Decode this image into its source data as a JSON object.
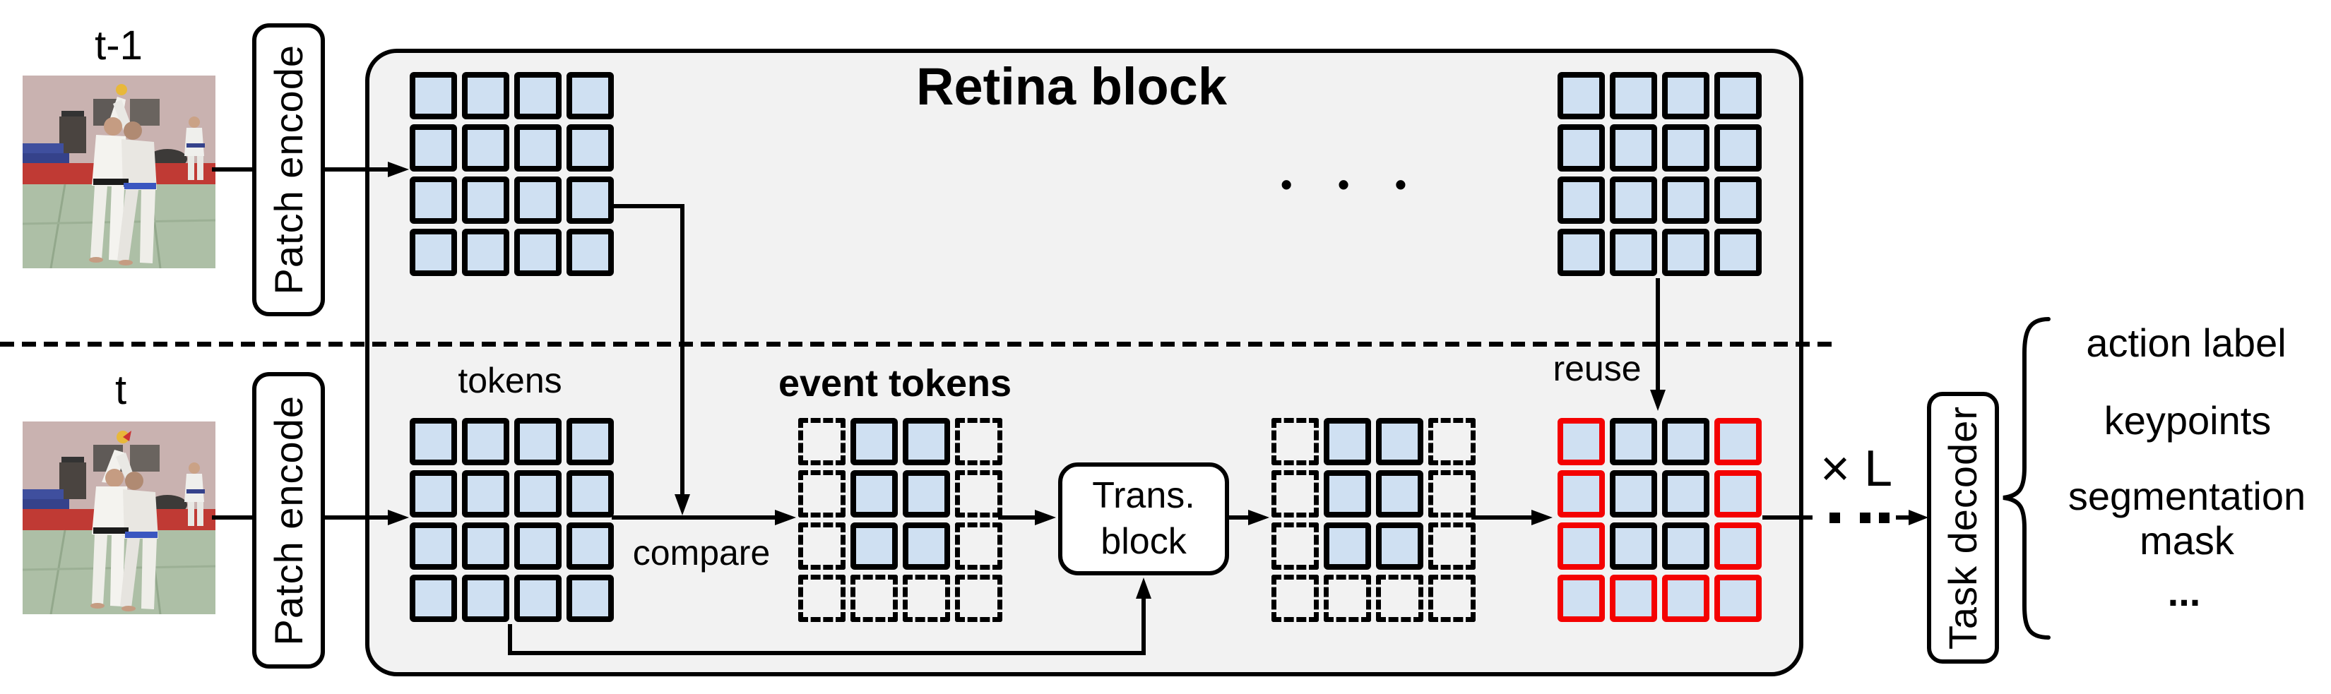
{
  "frames": {
    "prev": {
      "label": "t-1"
    },
    "curr": {
      "label": "t"
    }
  },
  "encoders": {
    "top_label": "Patch encode",
    "bottom_label": "Patch encode"
  },
  "retina_block": {
    "title": "Retina block",
    "ellipsis_dots": "•  •  •",
    "labels": {
      "tokens": "tokens",
      "event_tokens": "event tokens",
      "compare": "compare",
      "reuse": "reuse"
    },
    "trans_block": {
      "line1": "Trans.",
      "line2": "block"
    },
    "repeat_label": "× L",
    "grids": {
      "frame_prev_tokens": {
        "pattern": [
          "ssss",
          "ssss",
          "ssss",
          "ssss"
        ],
        "legend": "solid token"
      },
      "layer_L_tokens": {
        "pattern": [
          "ssss",
          "ssss",
          "ssss",
          "ssss"
        ],
        "legend": "solid token"
      },
      "frame_curr_tokens": {
        "pattern": [
          "ssss",
          "ssss",
          "ssss",
          "ssss"
        ],
        "legend": "solid token"
      },
      "event_tokens_in": {
        "pattern": [
          "dssd",
          "dssd",
          "dssd",
          "dddd"
        ],
        "legend": "d=dropped (dashed), s=event token"
      },
      "event_tokens_out": {
        "pattern": [
          "dssd",
          "dssd",
          "dssd",
          "dddd"
        ],
        "legend": "d=dropped (dashed), s=event token"
      },
      "reuse_tokens": {
        "pattern": [
          "rkkr",
          "rkkr",
          "rkkr",
          "rrrr"
        ],
        "legend": "r=reused (red), k=updated (black)"
      }
    }
  },
  "task_decoder": {
    "label": "Task decoder"
  },
  "outputs": {
    "items": [
      "action label",
      "keypoints",
      "segmentation mask",
      "..."
    ]
  },
  "colors": {
    "token_fill": "#cfe0f2",
    "reuse_red": "#f40202",
    "block_bg": "#f2f2f2",
    "ink": "#000000"
  }
}
